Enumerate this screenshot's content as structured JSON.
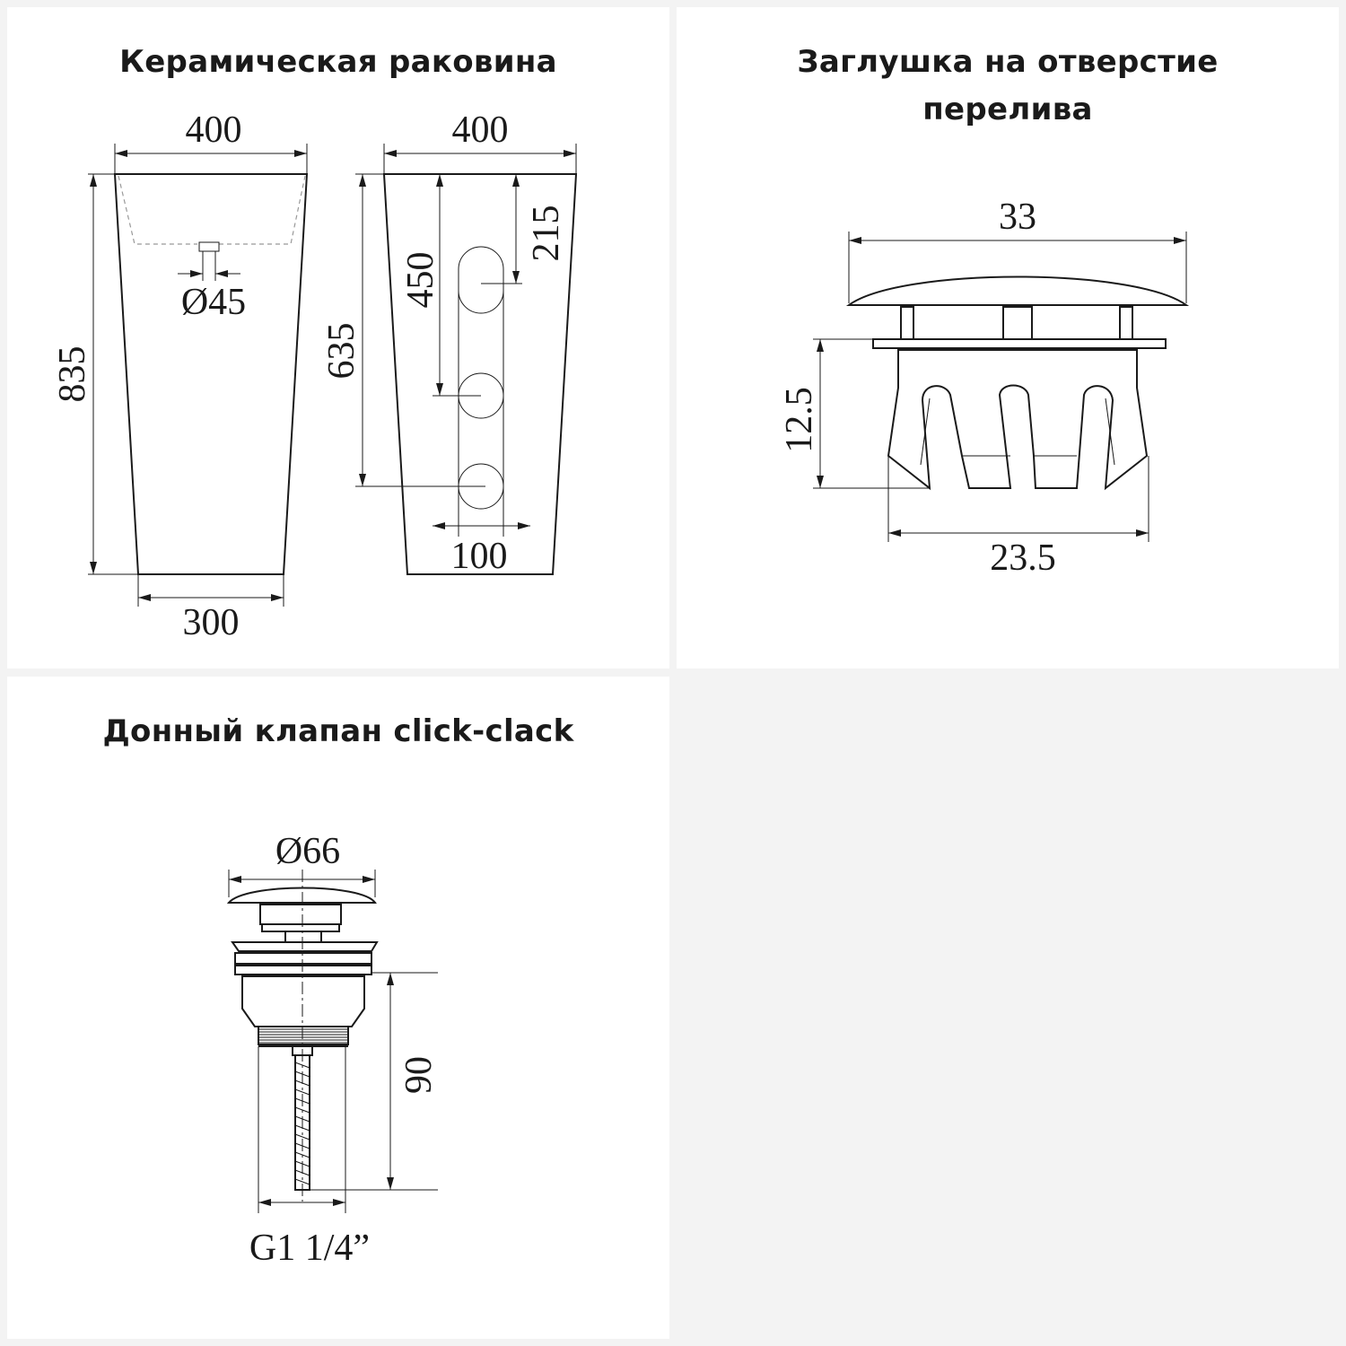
{
  "sink": {
    "title": "Керамическая раковина",
    "width_top": "400",
    "height_total": "835",
    "drain_diameter": "Ø45",
    "width_bottom": "300",
    "side_width_top": "400",
    "side_height": "635",
    "dim_450": "450",
    "dim_215": "215",
    "dim_100": "100"
  },
  "overflow_cap": {
    "title_line1": "Заглушка на отверстие",
    "title_line2": "перелива",
    "width_top": "33",
    "height": "12.5",
    "width_bottom": "23.5"
  },
  "drain_valve": {
    "title": "Донный клапан click-clack",
    "diameter": "Ø66",
    "height": "90",
    "thread": "G1 1/4”"
  },
  "colors": {
    "background": "#f3f3f3",
    "panel": "#ffffff",
    "line": "#1a1a1a"
  }
}
